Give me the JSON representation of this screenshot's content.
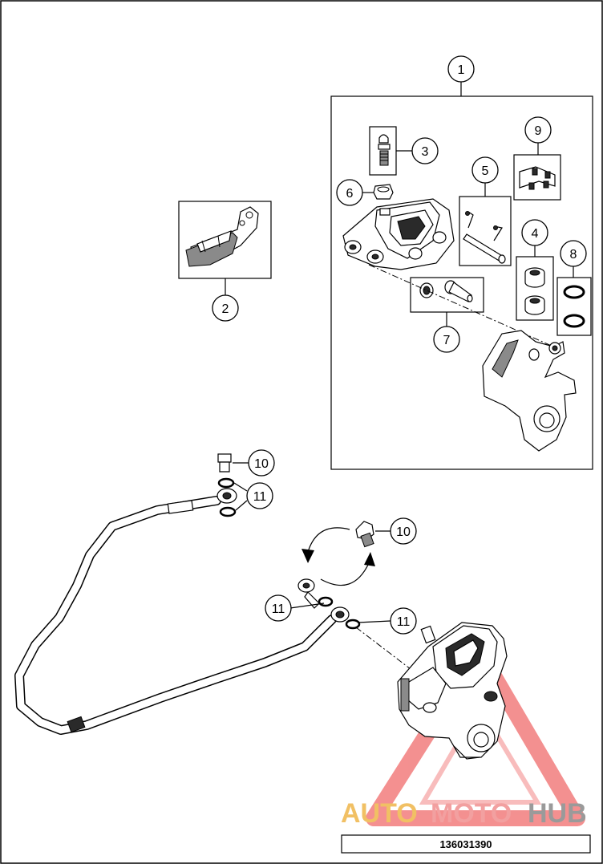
{
  "callouts": {
    "c1": "1",
    "c2": "2",
    "c3": "3",
    "c4": "4",
    "c5": "5",
    "c6": "6",
    "c7": "7",
    "c8": "8",
    "c9": "9",
    "c10a": "10",
    "c10b": "10",
    "c11a": "11",
    "c11b": "11",
    "c11c": "11"
  },
  "part_code": "136031390",
  "watermark": {
    "part1": "AUTO",
    "part2": "MOTO",
    "part3": "HUB"
  },
  "colors": {
    "frame": "#000000",
    "watermark_yellow": "#f1c064",
    "watermark_red": "#f2a0a0",
    "watermark_grey": "#9a9a9a"
  }
}
